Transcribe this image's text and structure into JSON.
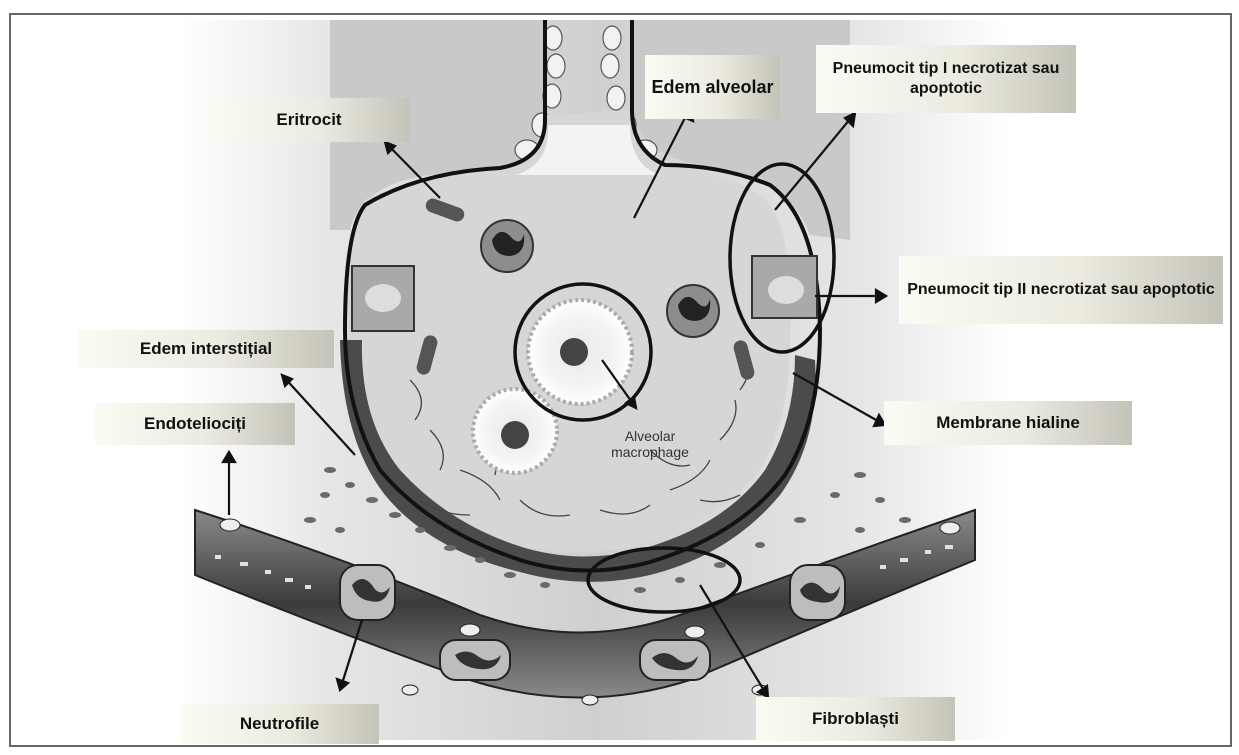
{
  "labels": {
    "edem_alveolar": "Edem alveolar",
    "pneumocit_tip_i": "Pneumocit tip I necrotizat sau apoptotic",
    "eritrocit": "Eritrocit",
    "pneumocit_tip_ii": "Pneumocit tip II necrotizat sau apoptotic",
    "edem_interstitial": "Edem interstițial",
    "endoteliociti": "Endoteliociți",
    "membrane_hialine": "Membrane hialine",
    "alveolar_macrophage": "Alveolar macrophage",
    "neutrofile": "Neutrofile",
    "fibroblasti": "Fibroblaști"
  },
  "colors": {
    "outline": "#111111",
    "alveolar_fill": "#d3d3d3",
    "wall_dark": "#4b4b4b",
    "vessel_dark": "#3a3a3a",
    "label_light": "#fbfbf3",
    "label_dark": "#c4c3b7"
  }
}
